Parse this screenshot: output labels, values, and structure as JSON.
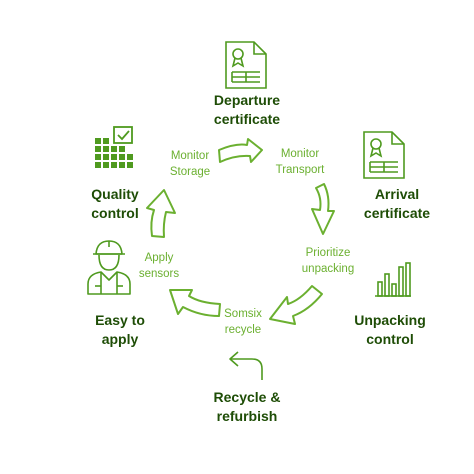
{
  "colors": {
    "dark_green": "#1e4d06",
    "icon_green": "#4f9a1f",
    "arrow_green": "#6bb030",
    "arrow_fill": "#ffffff"
  },
  "stages": {
    "departure": {
      "label": "Departure\ncertificate",
      "icon": "certificate-icon"
    },
    "arrival": {
      "label": "Arrival\ncertificate",
      "icon": "certificate-icon"
    },
    "unpacking": {
      "label": "Unpacking\ncontrol",
      "icon": "bar-chart-icon"
    },
    "recycle": {
      "label": "Recycle &\nrefurbish",
      "icon": "return-arrow-icon"
    },
    "easy": {
      "label": "Easy to\napply",
      "icon": "worker-icon"
    },
    "quality": {
      "label": "Quality\ncontrol",
      "icon": "checked-grid-icon"
    }
  },
  "steps": {
    "monitor_storage": "Monitor\nStorage",
    "monitor_transport": "Monitor\nTransport",
    "prioritize": "Prioritize\nunpacking",
    "somsix": "Somsix\nrecycle",
    "apply": "Apply\nsensors"
  }
}
